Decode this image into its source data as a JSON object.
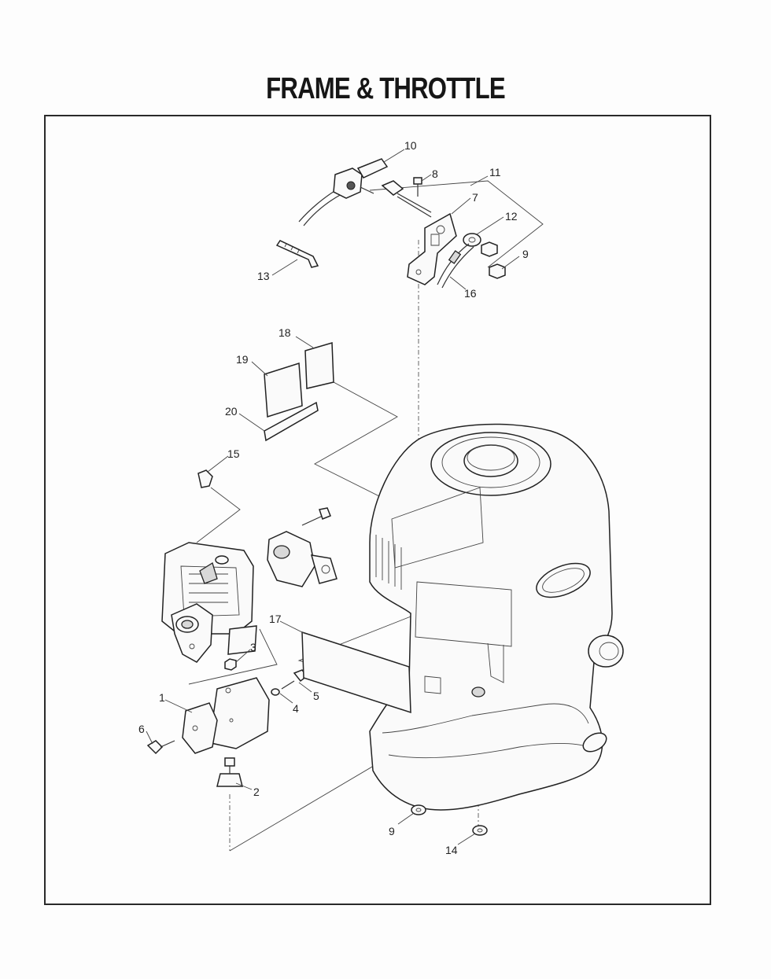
{
  "title": "FRAME & THROTTLE",
  "callouts": [
    "10",
    "8",
    "11",
    "7",
    "12",
    "9",
    "13",
    "16",
    "18",
    "19",
    "20",
    "15",
    "17",
    "3",
    "1",
    "5",
    "4",
    "6",
    "2",
    "9",
    "14"
  ]
}
